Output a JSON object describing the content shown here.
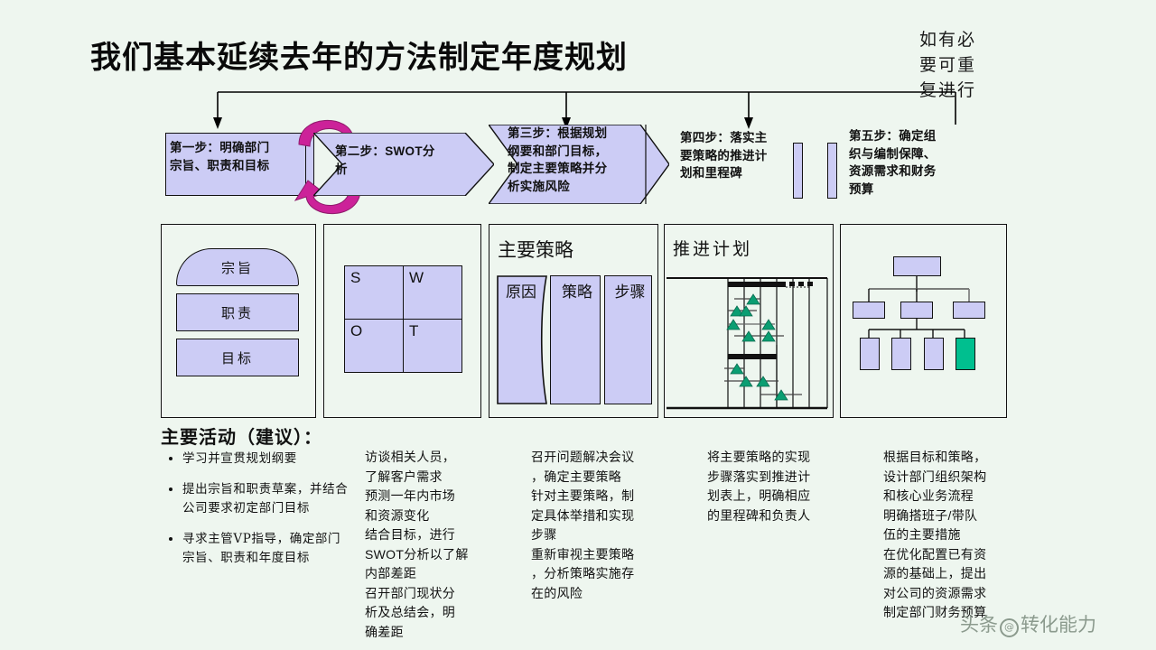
{
  "title": "我们基本延续去年的方法制定年度规划",
  "note": "如有必要可重复进行",
  "steps": [
    {
      "id": "step-1",
      "label": "第一步：明确部门\n宗旨、职责和目标"
    },
    {
      "id": "step-2",
      "label": "第二步：SWOT分\n析"
    },
    {
      "id": "step-3",
      "label": "第三步：根据规划\n纲要和部门目标，\n制定主要策略并分\n析实施风险"
    },
    {
      "id": "step-4",
      "label": "第四步：落实主\n要策略的推进计\n划和里程碑"
    },
    {
      "id": "step-5",
      "label": "第五步：确定组\n织与编制保障、\n资源需求和财务\n预算"
    }
  ],
  "panels": {
    "panel1": {
      "boxes": [
        {
          "label": "宗旨",
          "shape": "dome"
        },
        {
          "label": "职责",
          "shape": "rect"
        },
        {
          "label": "目标",
          "shape": "rect"
        }
      ]
    },
    "panel2": {
      "cells": [
        {
          "label": "S"
        },
        {
          "label": "W"
        },
        {
          "label": "O"
        },
        {
          "label": "T"
        }
      ]
    },
    "panel3": {
      "heading": "主要策略",
      "columns": [
        {
          "label": "原因"
        },
        {
          "label": "策略"
        },
        {
          "label": "步骤"
        }
      ]
    },
    "panel4": {
      "heading": "推进计划"
    },
    "panel5": {
      "highlight_color": "#00bf8f",
      "box_color": "#ccccf5"
    }
  },
  "activities": {
    "heading": "主要活动（建议）：",
    "bullets": [
      "学习并宣贯规划纲要",
      "提出宗旨和职责草案，并结合公司要求初定部门目标",
      "寻求主管VP指导，确定部门宗旨、职责和年度目标"
    ],
    "columns": [
      "访谈相关人员，\n了解客户需求\n预测一年内市场\n和资源变化\n结合目标，进行\nSWOT分析以了解\n内部差距\n召开部门现状分\n析及总结会，明\n确差距",
      "召开问题解决会议\n，确定主要策略\n针对主要策略，制\n定具体举措和实现\n步骤\n重新审视主要策略\n，分析策略实施存\n在的风险",
      "将主要策略的实现\n步骤落实到推进计\n划表上，明确相应\n的里程碑和负责人",
      "根据目标和策略，\n设计部门组织架构\n和核心业务流程\n明确搭班子/带队\n伍的主要措施\n在优化配置已有资\n源的基础上，提出\n对公司的资源需求\n制定部门财务预算"
    ]
  },
  "watermark": {
    "prefix": "头条",
    "at": "@",
    "handle": "转化能力"
  },
  "colors": {
    "background": "#eef6ef",
    "lilac": "#ccccf5",
    "magenta": "#cc2299",
    "green": "#00bf8f",
    "outline": "#111111"
  }
}
